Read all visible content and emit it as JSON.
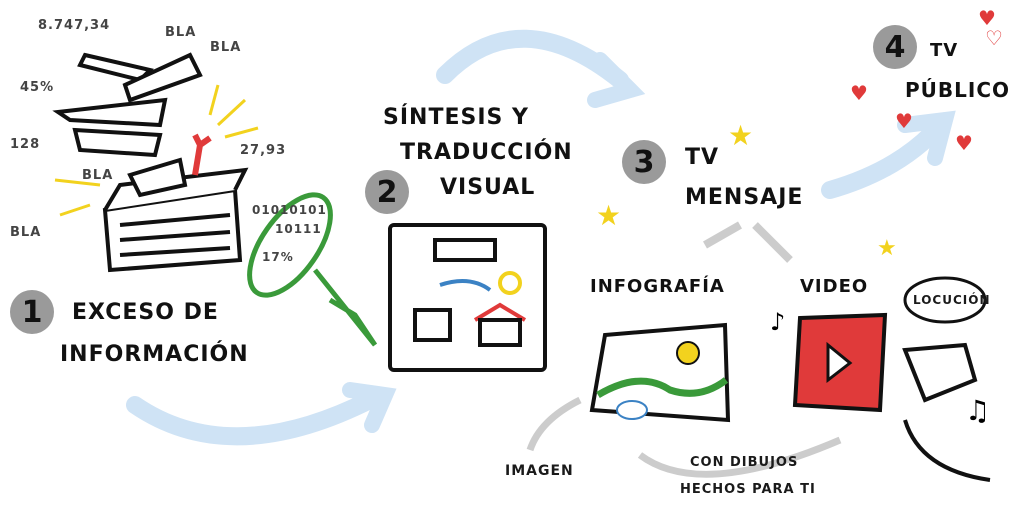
{
  "scatter_labels": {
    "n1": "8.747,34",
    "bla1": "BLA",
    "bla2": "BLA",
    "pct": "45%",
    "n2": "128",
    "n3": "27,93",
    "bla3": "BLA",
    "bla4": "BLA",
    "bin1": "01010101",
    "bin2": "10111",
    "pct2": "17%"
  },
  "steps": [
    {
      "number": "1",
      "title_line1": "EXCESO DE",
      "title_line2": "INFORMACIÓN"
    },
    {
      "number": "2",
      "title_line1": "SÍNTESIS Y",
      "title_line2": "TRADUCCIÓN",
      "title_line3": "VISUAL"
    },
    {
      "number": "3",
      "title_line1": "TV",
      "title_line2": "MENSAJE"
    },
    {
      "number": "4",
      "title_line1": "TV",
      "title_line2": "PÚBLICO"
    }
  ],
  "branches": {
    "infographic": "INFOGRAFÍA",
    "video": "VIDEO",
    "voiceover": "LOCUCIÓN",
    "image": "IMAGEN",
    "drawings_line1": "CON DIBUJOS",
    "drawings_line2": "HECHOS PARA TI"
  },
  "colors": {
    "arrow": "#cfe3f5",
    "green": "#3a9a3a",
    "red": "#e03a3a",
    "yellow": "#f2d21e",
    "blue": "#3b82c4"
  }
}
